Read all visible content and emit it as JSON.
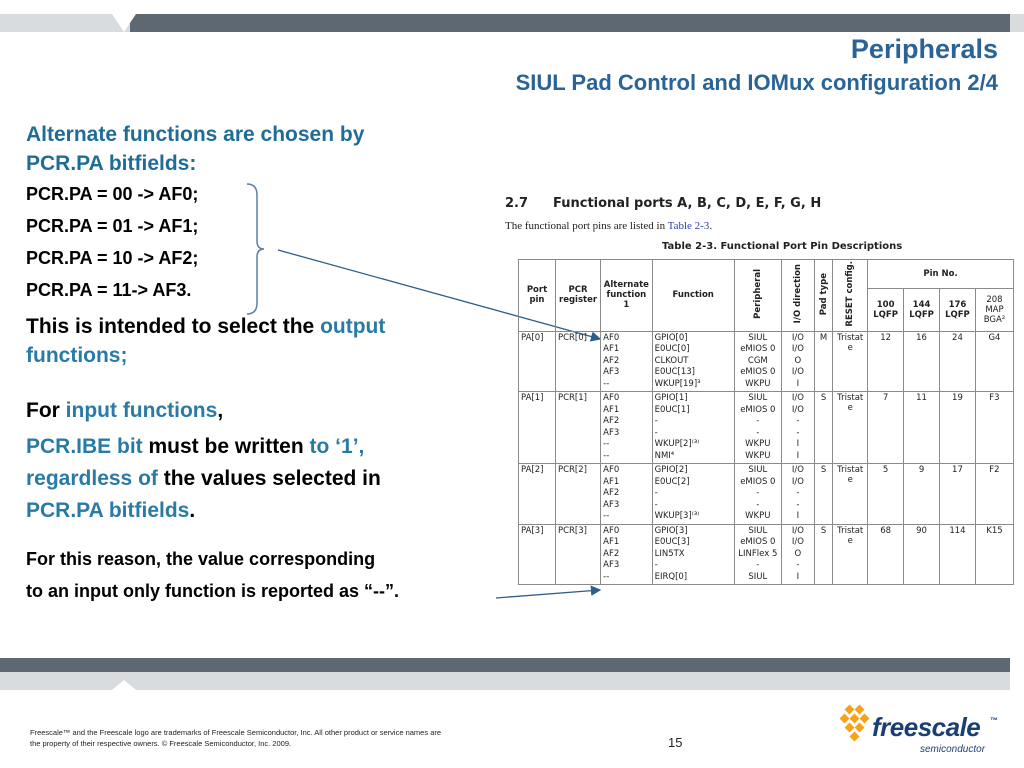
{
  "header": {
    "title": "Peripherals",
    "subtitle": "SIUL Pad Control and IOMux configuration 2/4"
  },
  "left": {
    "intro_line1": "Alternate functions are chosen by",
    "intro_line2": "PCR.PA bitfields:",
    "pcr_lines": [
      "PCR.PA = 00 -> AF0;",
      "PCR.PA = 01 -> AF1;",
      "PCR.PA = 10 -> AF2;",
      "PCR.PA = 11-> AF3."
    ],
    "output_prefix": "This is intended to select the ",
    "output_hl1": "output",
    "output_hl2": "functions;",
    "input_prefix": "For ",
    "input_hl": "input functions",
    "input_suffix": ",",
    "ibe_hl": "PCR.IBE bit",
    "ibe_mid": " must be written ",
    "ibe_hl2": "to ‘1’,",
    "ibe_hl3": "regardless of",
    "ibe_rest": " the values selected in",
    "ibe_hl4": "PCR.PA bitfields",
    "ibe_end": ".",
    "reason_line1": "For this reason, the value corresponding",
    "reason_line2": "to an input only function is reported as “--”."
  },
  "doc": {
    "section_number": "2.7",
    "section_title": "Functional ports A, B, C, D, E, F, G, H",
    "intro_text": "The functional port pins are listed in ",
    "intro_link": "Table 2-3",
    "intro_end": ".",
    "table_caption": "Table 2-3. Functional Port Pin Descriptions",
    "headers": {
      "port_pin": "Port pin",
      "pcr_register": "PCR register",
      "alternate_function": "Alternate function",
      "alternate_sup": "1",
      "function": "Function",
      "peripheral": "Peripheral",
      "io_direction": "I/O direction",
      "pad_type": "Pad type",
      "reset_config": "RESET config.",
      "pin_no": "Pin No.",
      "lqfp100": "100 LQFP",
      "lqfp144": "144 LQFP",
      "lqfp176": "176 LQFP",
      "bga208": "208 MAP BGA²"
    },
    "rows": [
      {
        "port": "PA[0]",
        "pcr": "PCR[0]",
        "af": "AF0\nAF1\nAF2\nAF3\n--",
        "fn": "GPIO[0]\nE0UC[0]\nCLKOUT\nE0UC[13]\nWKUP[19]³",
        "per": "SIUL\neMIOS 0\nCGM\neMIOS 0\nWKPU",
        "io": "I/O\nI/O\nO\nI/O\nI",
        "pad": "M",
        "reset": "Tristate",
        "p100": "12",
        "p144": "16",
        "p176": "24",
        "p208": "G4"
      },
      {
        "port": "PA[1]",
        "pcr": "PCR[1]",
        "af": "AF0\nAF1\nAF2\nAF3\n--\n--",
        "fn": "GPIO[1]\nE0UC[1]\n-\n-\nWKUP[2]⁽³⁾\nNMI⁴",
        "per": "SIUL\neMIOS 0\n-\n-\nWKPU\nWKPU",
        "io": "I/O\nI/O\n-\n-\nI\nI",
        "pad": "S",
        "reset": "Tristate",
        "p100": "7",
        "p144": "11",
        "p176": "19",
        "p208": "F3"
      },
      {
        "port": "PA[2]",
        "pcr": "PCR[2]",
        "af": "AF0\nAF1\nAF2\nAF3\n--",
        "fn": "GPIO[2]\nE0UC[2]\n-\n-\nWKUP[3]⁽³⁾",
        "per": "SIUL\neMIOS 0\n-\n-\nWKPU",
        "io": "I/O\nI/O\n-\n-\nI",
        "pad": "S",
        "reset": "Tristate",
        "p100": "5",
        "p144": "9",
        "p176": "17",
        "p208": "F2"
      },
      {
        "port": "PA[3]",
        "pcr": "PCR[3]",
        "af": "AF0\nAF1\nAF2\nAF3\n--",
        "fn": "GPIO[3]\nE0UC[3]\nLIN5TX\n-\nEIRQ[0]",
        "per": "SIUL\neMIOS 0\nLINFlex 5\n-\nSIUL",
        "io": "I/O\nI/O\nO\n-\nI",
        "pad": "S",
        "reset": "Tristate",
        "p100": "68",
        "p144": "90",
        "p176": "114",
        "p208": "K15"
      }
    ]
  },
  "footer": {
    "legal_line1": "Freescale™ and the Freescale logo are trademarks of Freescale Semiconductor, Inc. All other product or service names are",
    "legal_line2": "the property of their respective owners. © Freescale Semiconductor, Inc. 2009.",
    "page_number": "15",
    "logo_word": "freescale",
    "logo_tm": "™",
    "logo_sub": "semiconductor"
  },
  "colors": {
    "accent_blue": "#2a6496",
    "highlight_blue": "#2a7aa6",
    "bar_dark": "#5d6873",
    "bar_light": "#d9dcdf",
    "logo_orange": "#f7a21b"
  }
}
